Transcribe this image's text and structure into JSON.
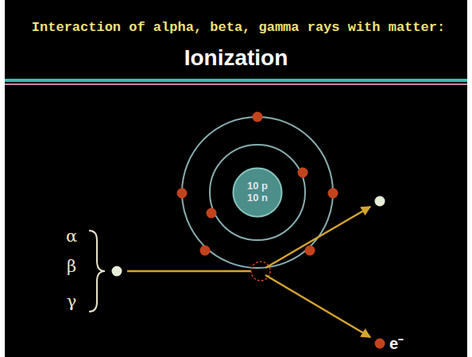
{
  "diagram": {
    "title": "Ionization",
    "nodes": [
      {
        "text": [
          "10 p 10 n"
        ]
      }
    ],
    "labels": [
      "Interaction of alpha, beta, gamma rays with matter:",
      "α",
      "β",
      "γ",
      "e⁻"
    ]
  }
}
